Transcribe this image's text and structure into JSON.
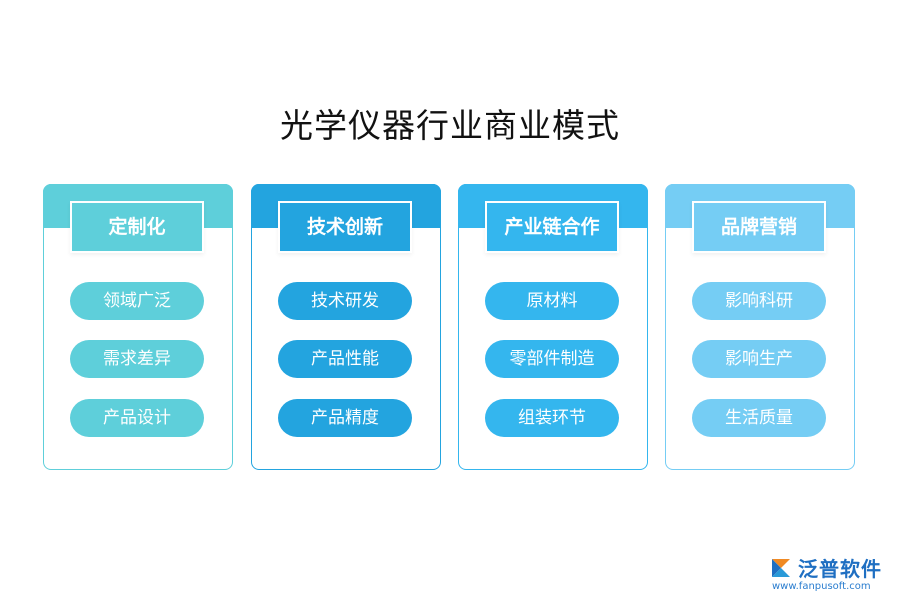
{
  "title": "光学仪器行业商业模式",
  "columns": [
    {
      "header": "定制化",
      "color": "#5ecfda",
      "items": [
        "领域广泛",
        "需求差异",
        "产品设计"
      ]
    },
    {
      "header": "技术创新",
      "color": "#23a4df",
      "items": [
        "技术研发",
        "产品性能",
        "产品精度"
      ]
    },
    {
      "header": "产业链合作",
      "color": "#34b6ee",
      "items": [
        "原材料",
        "零部件制造",
        "组装环节"
      ]
    },
    {
      "header": "品牌营销",
      "color": "#75cdf4",
      "items": [
        "影响科研",
        "影响生产",
        "生活质量"
      ]
    }
  ],
  "logo": {
    "name": "泛普软件",
    "url": "www.fanpusoft.com"
  }
}
